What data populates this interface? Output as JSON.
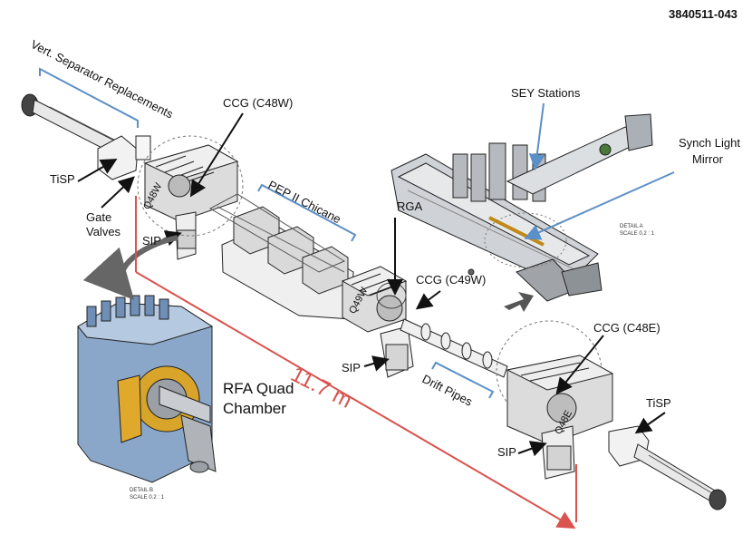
{
  "figure": {
    "id": "3840511-043"
  },
  "labels": {
    "vert_separator": "Vert. Separator Replacements",
    "ccg_c48w": "CCG (C48W)",
    "tisp_left": "TiSP",
    "gate_valves_line1": "Gate",
    "gate_valves_line2": "Valves",
    "q48w": "Q48W",
    "sip_left": "SIP",
    "pep_chicane": "PEP II Chicane",
    "rga": "RGA",
    "ccg_c49w": "CCG (C49W)",
    "q49w": "Q49W",
    "sip_middle": "SIP",
    "drift_pipes": "Drift Pipes",
    "rfa_line1": "RFA Quad",
    "rfa_line2": "Chamber",
    "distance": "11.7 m",
    "detail_b_line1": "DETAIL B",
    "detail_b_line2": "SCALE 0.2 : 1",
    "sey_stations": "SEY Stations",
    "synch_line1": "Synch Light",
    "synch_line2": "Mirror",
    "detail_a_line1": "DETAIL A",
    "detail_a_line2": "SCALE 0.2 : 1",
    "ccg_c48e": "CCG (C48E)",
    "q48e": "Q48E",
    "tisp_right": "TiSP",
    "sip_right": "SIP"
  },
  "colors": {
    "bracket_blue": "#5b8fc7",
    "distance_red": "#d9534f",
    "chamber_blue": "#8aa7c9",
    "chamber_gold": "#d8a52a",
    "machine_gray": "#9a9a9a",
    "outline": "#222222"
  }
}
